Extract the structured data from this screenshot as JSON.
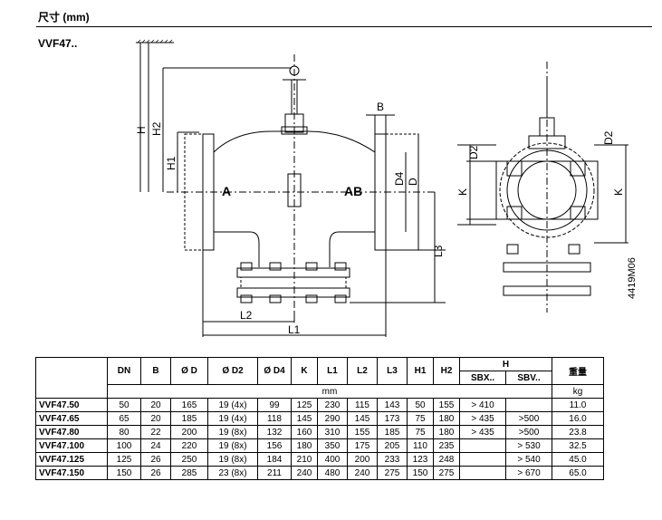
{
  "page_heading": "尺寸 (mm)",
  "model_title": "VVF47..",
  "drawing": {
    "code": "4419M06",
    "labels": {
      "h": "H",
      "h2": "H2",
      "h1": "H1",
      "a": "A",
      "ab": "AB",
      "b": "B",
      "d4": "D4",
      "d": "D",
      "l3": "L3",
      "l2": "L2",
      "l1": "L1",
      "d2_left": "D2",
      "d2_right": "D2",
      "k_left": "K",
      "k_right": "K"
    }
  },
  "table": {
    "group_h": "H",
    "headers": [
      "DN",
      "B",
      "Ø D",
      "Ø D2",
      "Ø D4",
      "K",
      "L1",
      "L2",
      "L3",
      "H1",
      "H2",
      "SBX..",
      "SBV..",
      "重量"
    ],
    "unit_mm": "mm",
    "unit_kg": "kg",
    "rows": [
      [
        "VVF47.50",
        "50",
        "20",
        "165",
        "19 (4x)",
        "99",
        "125",
        "230",
        "115",
        "143",
        "50",
        "155",
        "> 410",
        "",
        "11.0"
      ],
      [
        "VVF47.65",
        "65",
        "20",
        "185",
        "19 (4x)",
        "118",
        "145",
        "290",
        "145",
        "173",
        "75",
        "180",
        "> 435",
        ">500",
        "16.0"
      ],
      [
        "VVF47.80",
        "80",
        "22",
        "200",
        "19 (8x)",
        "132",
        "160",
        "310",
        "155",
        "185",
        "75",
        "180",
        "> 435",
        ">500",
        "23.8"
      ],
      [
        "VVF47.100",
        "100",
        "24",
        "220",
        "19 (8x)",
        "156",
        "180",
        "350",
        "175",
        "205",
        "110",
        "235",
        "",
        "> 530",
        "32.5"
      ],
      [
        "VVF47.125",
        "125",
        "26",
        "250",
        "19 (8x)",
        "184",
        "210",
        "400",
        "200",
        "233",
        "123",
        "248",
        "",
        "> 540",
        "45.0"
      ],
      [
        "VVF47.150",
        "150",
        "26",
        "285",
        "23 (8x)",
        "211",
        "240",
        "480",
        "240",
        "275",
        "150",
        "275",
        "",
        "> 670",
        "65.0"
      ]
    ]
  }
}
